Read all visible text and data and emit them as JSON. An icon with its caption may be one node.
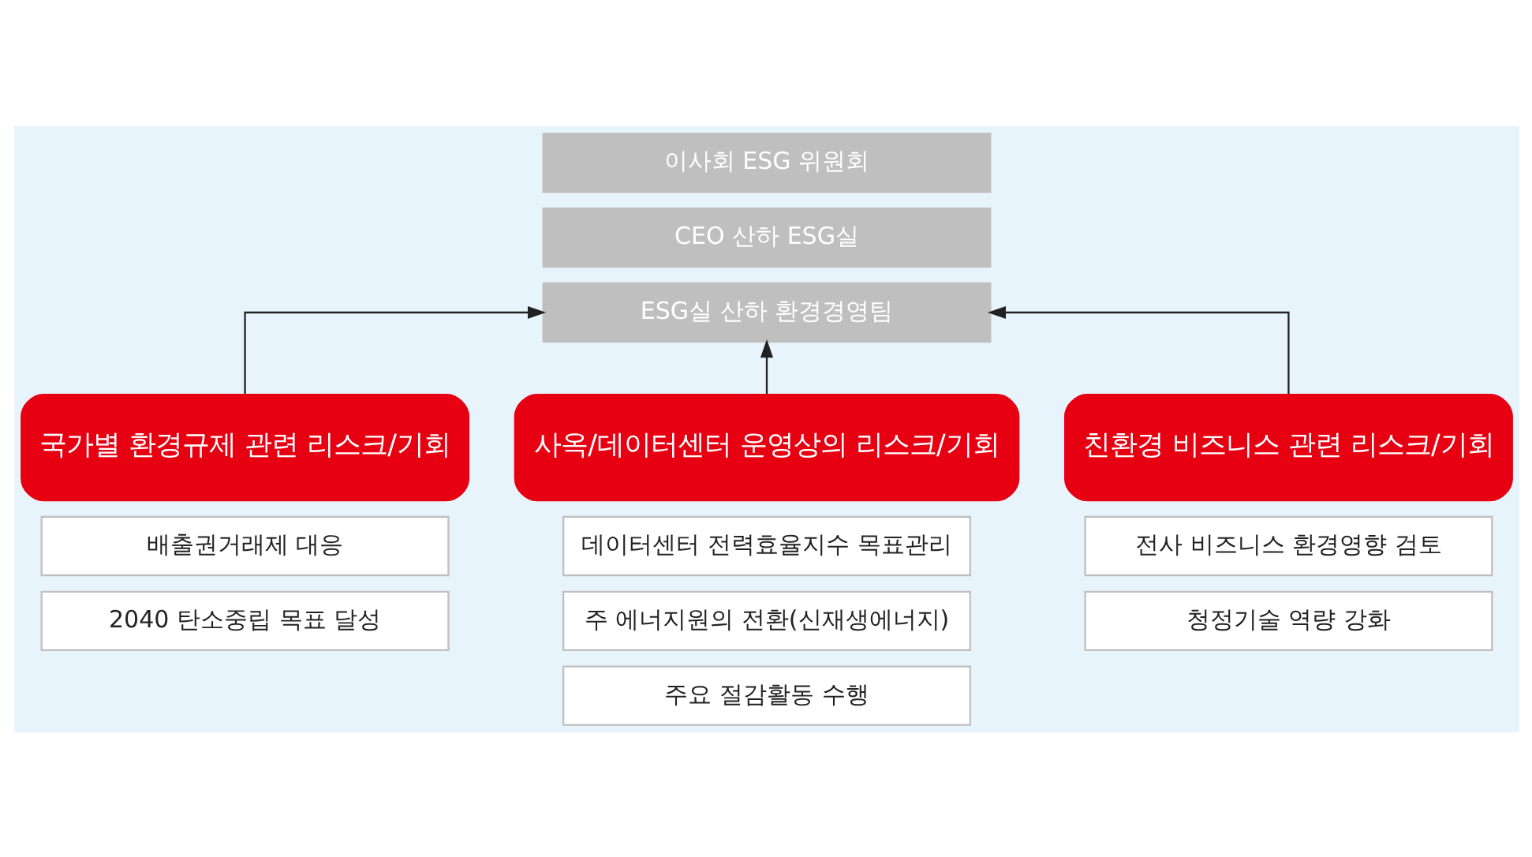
{
  "diagram": {
    "nodes": [
      {
        "text": [
          "이사회 ESG 위원회"
        ]
      },
      {
        "text": [
          "CEO 산하 ESG실"
        ]
      },
      {
        "text": [
          "ESG실 산하 환경경영팀"
        ]
      },
      {
        "text": [
          "국가별 환경규제 관련 리스크/기회"
        ]
      },
      {
        "text": [
          "배출권거래제 대응"
        ]
      },
      {
        "text": [
          "2040 탄소중립 목표 달성"
        ]
      },
      {
        "text": [
          "사옥/데이터센터 운영상의 리스크/기회"
        ]
      },
      {
        "text": [
          "데이터센터 전력효율지수 목표관리"
        ]
      },
      {
        "text": [
          "주 에너지원의 전환(신재생에너지)"
        ]
      },
      {
        "text": [
          "주요 절감활동 수행"
        ]
      },
      {
        "text": [
          "친환경 비즈니스 관련 리스크/기회"
        ]
      },
      {
        "text": [
          "전사 비즈니스 환경영향 검토"
        ]
      },
      {
        "text": [
          "청정기술 역량 강화"
        ]
      }
    ],
    "edges": [
      {
        "from": 3,
        "to": 2,
        "arrow": "to"
      },
      {
        "from": 6,
        "to": 2,
        "arrow": "to"
      },
      {
        "from": 10,
        "to": 2,
        "arrow": "to"
      }
    ]
  }
}
